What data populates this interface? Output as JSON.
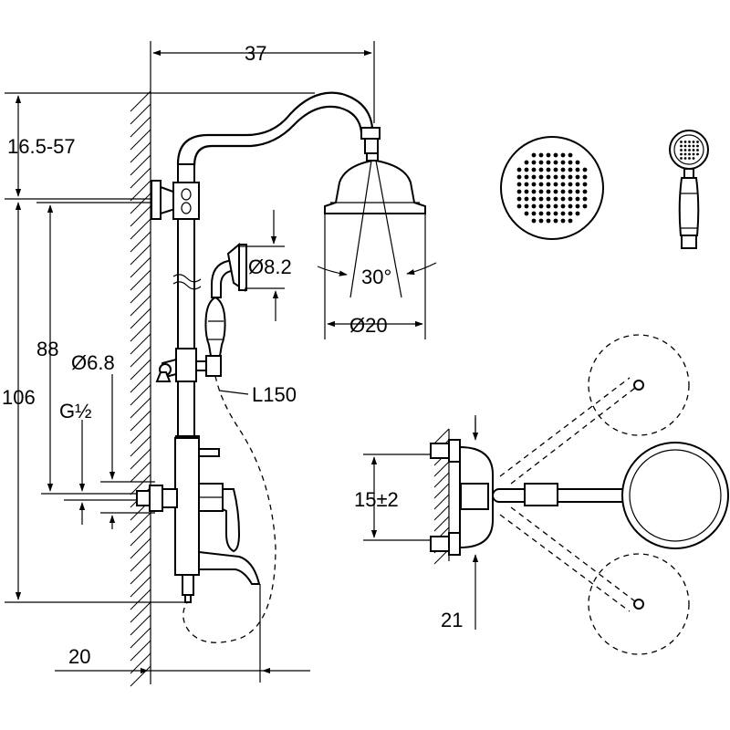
{
  "dimensions": {
    "width_top": "37",
    "height_adjust": "16.5-57",
    "height_total": "106",
    "height_mid": "88",
    "pipe_diameter": "Ø6.8",
    "thread": "G½",
    "hose_length": "L150",
    "hand_shower_diameter": "Ø8.2",
    "spray_angle": "30°",
    "head_diameter": "Ø20",
    "wall_offset": "20",
    "inlet_spacing": "15±2",
    "projection": "21"
  }
}
